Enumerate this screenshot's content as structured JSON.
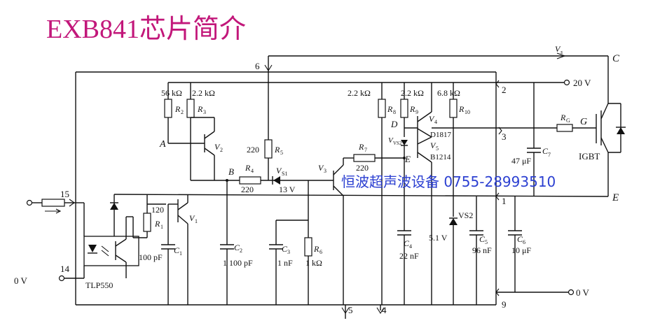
{
  "title": "EXB841芯片简介",
  "watermark": "恒波超声波设备 0755-28993510",
  "pins": {
    "p15": "15",
    "p14": "14",
    "p6": "6",
    "p2": "2",
    "p3": "3",
    "p1": "1",
    "p9": "9",
    "p5": "5",
    "p4": "4"
  },
  "nodes": {
    "A": "A",
    "B": "B",
    "D": "D",
    "E": "E",
    "Vs_line": "V",
    "Vs_sub": "s",
    "C_out": "C",
    "E_out": "E",
    "G": "G"
  },
  "supply": {
    "v20": "20 V",
    "v0_right": "0 V",
    "v0_left": "0 V"
  },
  "components": {
    "r2_val": "56 kΩ",
    "r2": "R",
    "r2_sub": "2",
    "r3_val": "2.2 kΩ",
    "r3": "R",
    "r3_sub": "3",
    "r5_val": "220",
    "r5": "R",
    "r5_sub": "5",
    "r8_val": "2.2 kΩ",
    "r8": "R",
    "r8_sub": "8",
    "r9_val": "2.2 kΩ",
    "r9": "R",
    "r9_sub": "9",
    "r10_val": "6.8 kΩ",
    "r10": "R",
    "r10_sub": "10",
    "r1_val": "120",
    "r1": "R",
    "r1_sub": "1",
    "r4_val": "220",
    "r4": "R",
    "r4_sub": "4",
    "r7_val": "220",
    "r7": "R",
    "r7_sub": "7",
    "r6_val": "1 kΩ",
    "r6": "R",
    "r6_sub": "6",
    "rg": "R",
    "rg_sub": "G",
    "vs1_label": "V",
    "vs1_sub": "S1",
    "vs1_val": "13 V",
    "vs2_label": "VS2",
    "vs2_val": "5.1 V",
    "q1": "V",
    "q1_sub": "1",
    "q2": "V",
    "q2_sub": "2",
    "q3": "V",
    "q3_sub": "3",
    "q4": "V",
    "q4_sub": "4",
    "q5": "V",
    "q5_sub": "5",
    "q4_part": "D1817",
    "q5_part": "B1214",
    "c1": "C",
    "c1_sub": "1",
    "c1_val": "100 pF",
    "c2": "C",
    "c2_sub": "2",
    "c2_val": "1 100 pF",
    "c3": "C",
    "c3_sub": "3",
    "c3_val": "1 nF",
    "c4": "C",
    "c4_sub": "4",
    "c4_val": "22 nF",
    "c5": "C",
    "c5_sub": "5",
    "c5_val": "96 nF",
    "c6": "C",
    "c6_sub": "6",
    "c6_val": "10 μF",
    "c7": "C",
    "c7_sub": "7",
    "c7_val": "47 μF",
    "optocoupler": "TLP550",
    "igbt": "IGBT"
  }
}
